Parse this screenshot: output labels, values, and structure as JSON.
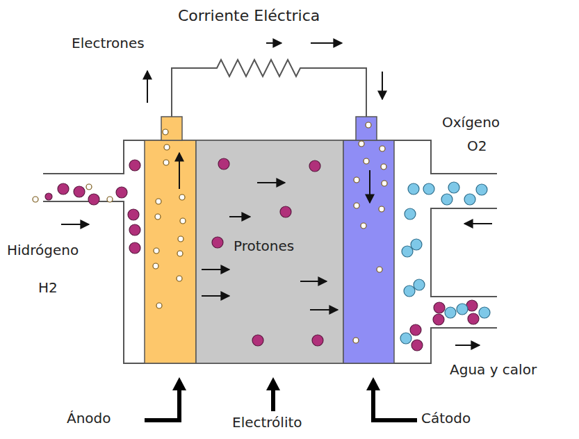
{
  "diagram": {
    "nodes": [
      {
        "text": [
          "Protones"
        ]
      }
    ],
    "labels": [
      "Corriente Eléctrica",
      "Electrones",
      "Oxígeno",
      "O2",
      "Hidrógeno",
      "H2",
      "Agua y calor",
      "Ánodo",
      "Electrólito",
      "Cátodo"
    ]
  }
}
